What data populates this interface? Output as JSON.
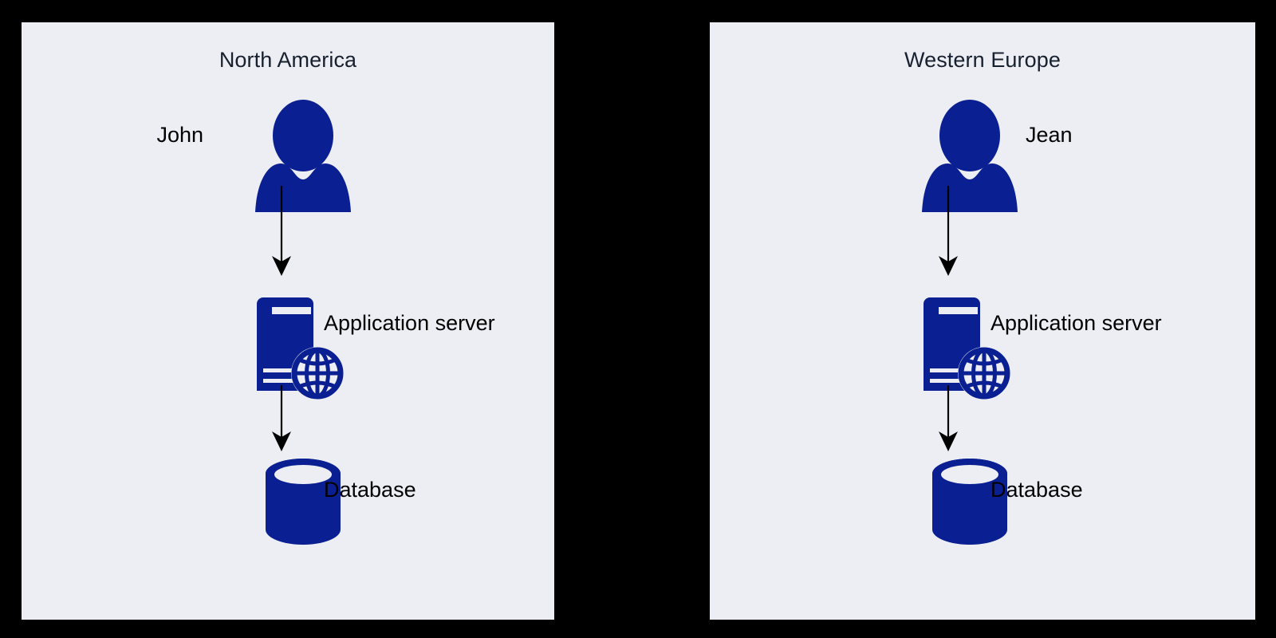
{
  "diagram": {
    "background_color": "#000000",
    "panel_color": "#edeef3",
    "accent_color": "#0a1f91",
    "line_color": "#000000",
    "title_color": "#16202f",
    "label_color": "#000000",
    "panels": [
      {
        "id": "north-america",
        "title": "North America",
        "nodes": [
          {
            "id": "person",
            "icon": "person-icon",
            "label": "John",
            "label_side": "left"
          },
          {
            "id": "appserver",
            "icon": "server-globe-icon",
            "label": "Application server",
            "label_side": "right"
          },
          {
            "id": "database",
            "icon": "database-icon",
            "label": "Database",
            "label_side": "right"
          }
        ],
        "connections": [
          {
            "from": "person",
            "to": "appserver",
            "style": "arrow"
          },
          {
            "from": "appserver",
            "to": "database",
            "style": "arrow"
          }
        ]
      },
      {
        "id": "western-europe",
        "title": "Western Europe",
        "nodes": [
          {
            "id": "person",
            "icon": "person-icon",
            "label": "Jean",
            "label_side": "right"
          },
          {
            "id": "appserver",
            "icon": "server-globe-icon",
            "label": "Application server",
            "label_side": "right"
          },
          {
            "id": "database",
            "icon": "database-icon",
            "label": "Database",
            "label_side": "right"
          }
        ],
        "connections": [
          {
            "from": "person",
            "to": "appserver",
            "style": "arrow"
          },
          {
            "from": "appserver",
            "to": "database",
            "style": "arrow"
          }
        ]
      }
    ]
  }
}
